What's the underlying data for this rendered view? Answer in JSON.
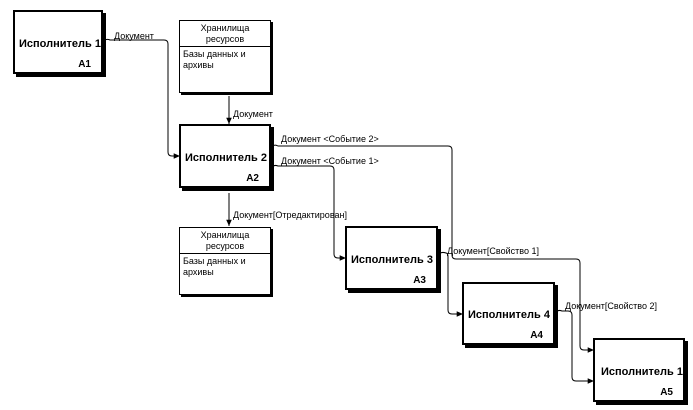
{
  "actors": [
    {
      "name": "Исполнитель 1",
      "code": "A1"
    },
    {
      "name": "Исполнитель 2",
      "code": "A2"
    },
    {
      "name": "Исполнитель 3",
      "code": "A3"
    },
    {
      "name": "Исполнитель 4",
      "code": "A4"
    },
    {
      "name": "Исполнитель 1",
      "code": "A5"
    }
  ],
  "stores": [
    {
      "title_line1": "Хранилища",
      "title_line2": "ресурсов",
      "body_line1": "Базы данных и",
      "body_line2": "архивы"
    },
    {
      "title_line1": "Хранилища",
      "title_line2": "ресурсов",
      "body_line1": "Базы данных и",
      "body_line2": "архивы"
    }
  ],
  "flows": [
    {
      "label": "Документ"
    },
    {
      "label": "Документ"
    },
    {
      "label": "Документ <Событие 2>"
    },
    {
      "label": "Документ <Событие 1>"
    },
    {
      "label": "Документ[Отредактирован]"
    },
    {
      "label": "Документ[Свойство 1]"
    },
    {
      "label": "Документ[Свойство 2]"
    }
  ]
}
